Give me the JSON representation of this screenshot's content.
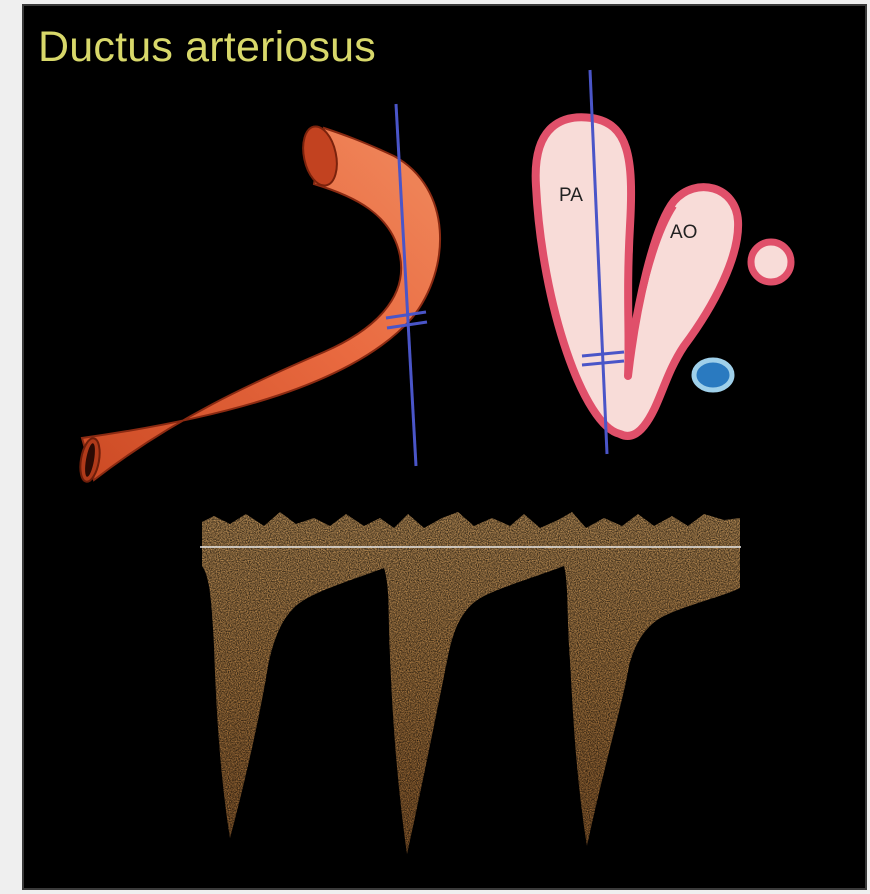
{
  "title": "Ductus arteriosus",
  "labels": {
    "pa": "PA",
    "ao": "AO"
  },
  "colors": {
    "background": "#000000",
    "title": "#d8d86a",
    "vessel": "#e4623a",
    "vessel_outline": "#8a2a12",
    "sample_line": "#4a55c8",
    "pa_ao_fill": "#f8dcd8",
    "pa_ao_outline": "#e0506a",
    "small_vessel_blue": "#2a7ac0",
    "small_vessel_blue_ring": "#9fd0ea",
    "doppler": "#e8a858"
  }
}
